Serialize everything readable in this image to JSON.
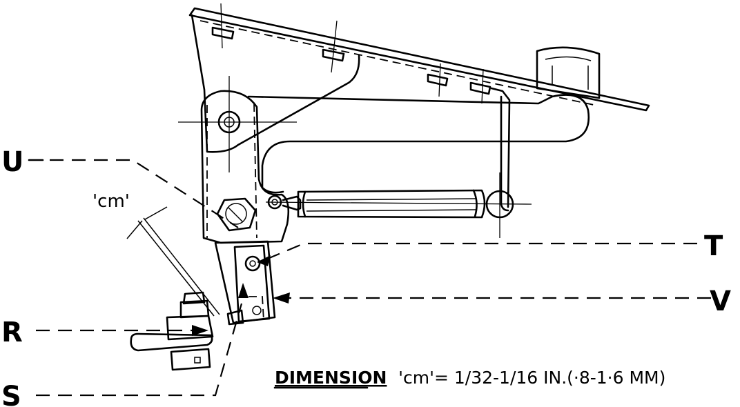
{
  "labels": {
    "U": "U",
    "T": "T",
    "V": "V",
    "R": "R",
    "S": "S"
  },
  "cm_label": "'cm'",
  "caption": {
    "prefix": "DIMENSION",
    "expression": "'cm'= 1/32-1/16 IN.(·8-1·6 MM)"
  }
}
